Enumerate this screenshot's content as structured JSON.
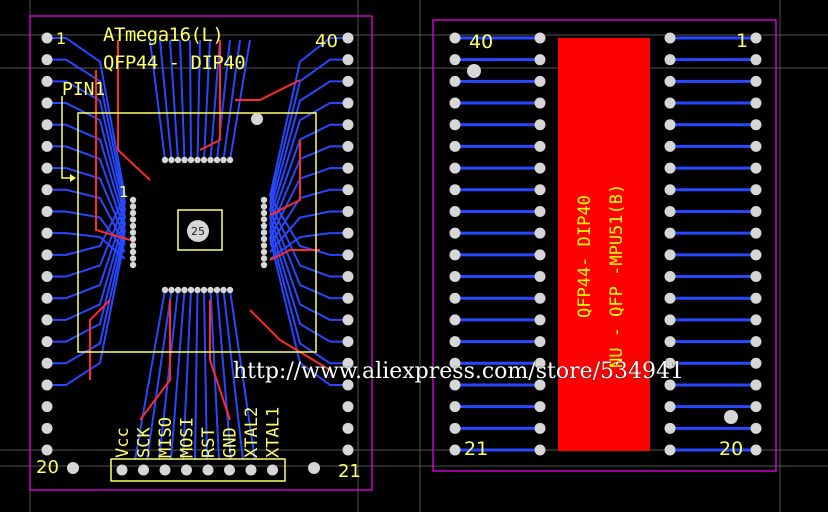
{
  "left_board": {
    "title": "ATmega16(L)",
    "subtitle": "QFP44 - DIP40",
    "pin1_label": "PIN1",
    "chip_pin1": "1",
    "center_pad_label": "25",
    "corner_labels": {
      "top_left": "1",
      "top_right": "40",
      "bottom_left": "20",
      "bottom_right": "21"
    },
    "header_pins": [
      "Vcc",
      "SCK",
      "MISO",
      "MOSI",
      "RST",
      "GND",
      "XTAL2",
      "XTAL1"
    ]
  },
  "right_board": {
    "corner_labels": {
      "top_left": "40",
      "top_right": "1",
      "bottom_left": "21",
      "bottom_right": "20"
    },
    "label_line1": "QFP44- DIP40",
    "label_line2": "NU - QFP -MPU51(B)",
    "colors": {
      "label_bg": "#ff0000",
      "label_text": "#ffff00"
    }
  },
  "watermark": "http://www.aliexpress.com/store/534941",
  "colors": {
    "background": "#000000",
    "outline": "#ff00ff",
    "silkscreen": "#ffff66",
    "trace_top": "#ff2a2a",
    "trace_bottom": "#2848ff",
    "pad": "#d6d6d6",
    "guide": "#d0d0d0"
  }
}
